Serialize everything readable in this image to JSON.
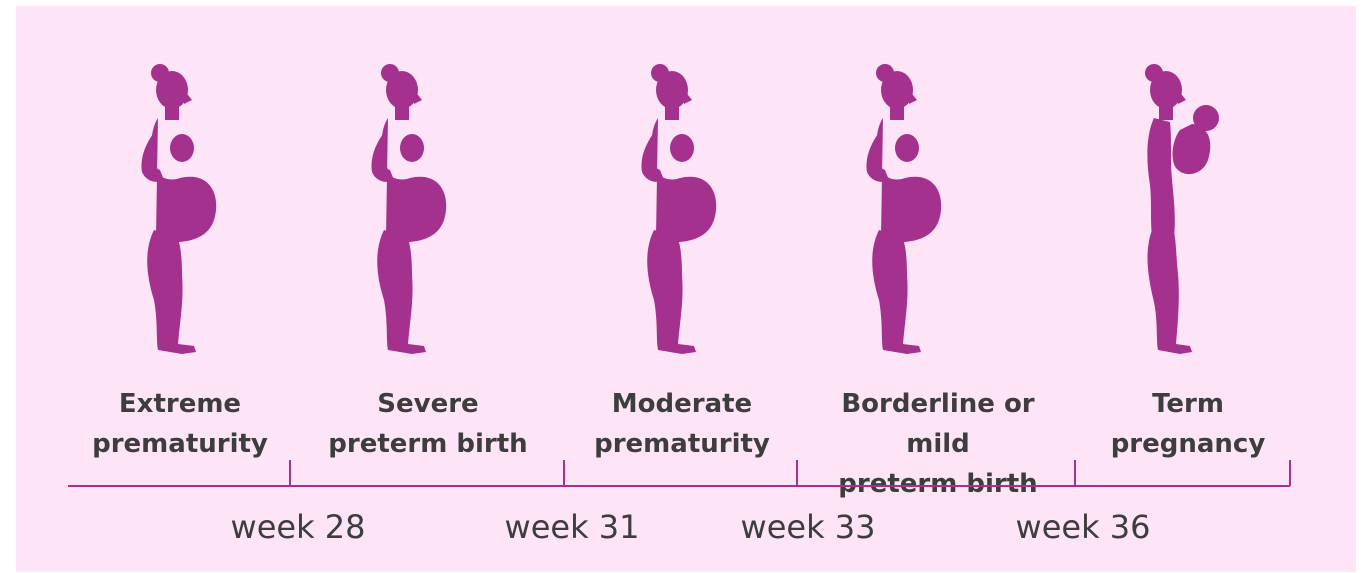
{
  "colors": {
    "background": "#fde4f7",
    "silhouette": "#a5318f",
    "line": "#a5318f",
    "text": "#3d3d3d"
  },
  "stages": [
    {
      "label": "Extreme\nprematurity",
      "icon": "pregnant-woman-icon"
    },
    {
      "label": "Severe\npreterm birth",
      "icon": "pregnant-woman-icon"
    },
    {
      "label": "Moderate\nprematurity",
      "icon": "pregnant-woman-icon"
    },
    {
      "label": "Borderline or mild\npreterm birth",
      "icon": "pregnant-woman-icon"
    },
    {
      "label": "Term\npregnancy",
      "icon": "mother-holding-baby-icon"
    }
  ],
  "weeks": [
    "week 28",
    "week 31",
    "week 33",
    "week 36"
  ]
}
